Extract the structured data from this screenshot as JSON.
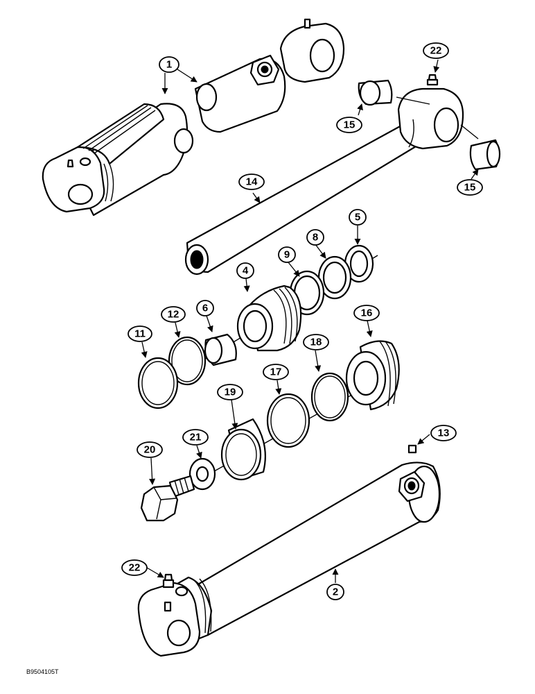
{
  "callouts": {
    "c1": "1",
    "c2": "2",
    "c4": "4",
    "c5": "5",
    "c6": "6",
    "c8": "8",
    "c9": "9",
    "c11": "11",
    "c12": "12",
    "c13": "13",
    "c14": "14",
    "c15a": "15",
    "c15b": "15",
    "c16": "16",
    "c17": "17",
    "c18": "18",
    "c19": "19",
    "c20": "20",
    "c21": "21",
    "c22a": "22",
    "c22b": "22"
  },
  "figure_id": "B9504105T"
}
